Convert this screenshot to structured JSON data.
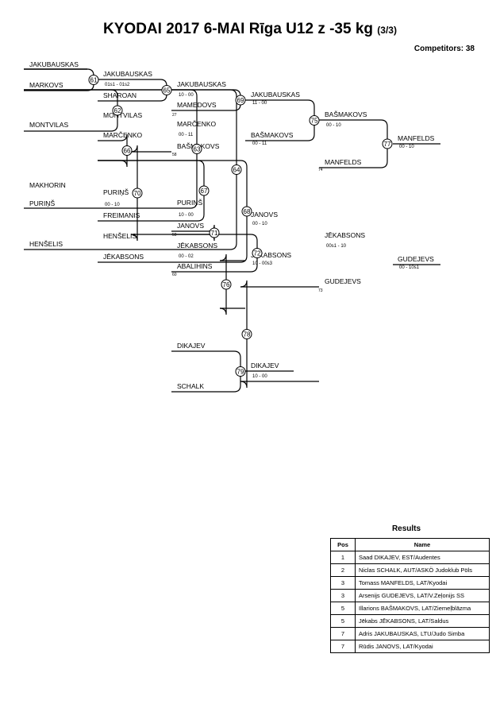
{
  "header": {
    "title": "KYODAI 2017  6-MAI  Rīga    U12 z -35 kg",
    "title_suffix": "(3/3)",
    "competitors": "Competitors: 38"
  },
  "bracket": {
    "names": [
      "JAKUBAUSKAS",
      "MARKOVS",
      "MONTVILAS",
      "MAKHORIN",
      "PURIŅŠ",
      "HENŠELIS",
      "JAKUBAUSKAS",
      "SHAROAN",
      "MONTVILAS",
      "MARČENKO",
      "PURIŅŠ",
      "FREIMANIS",
      "HENŠELIS",
      "JĒKABSONS",
      "JAKUBAUSKAS",
      "MAMEDOVS",
      "MARČENKO",
      "BAŠMAKOVS",
      "PURIŅŠ",
      "JANOVS",
      "JĒKABSONS",
      "ABALIHINS",
      "JAKUBAUSKAS",
      "BAŠMAKOVS",
      "JANOVS",
      "JĒKABSONS",
      "BAŠMAKOVS",
      "MANFELDS",
      "JĒKABSONS",
      "GUDEJEVS",
      "MANFELDS",
      "GUDEJEVS",
      "DIKAJEV",
      "SCHALK",
      "DIKAJEV"
    ],
    "scores": [
      "01s1 - 01s2",
      "10 - 00",
      "00 - 11",
      "00 - 10",
      "10 - 00",
      "00 - 02",
      "11 - 00",
      "00 - 11",
      "00 - 10",
      "10 - 00s3",
      "00 - 10",
      "00s1 - 10",
      "00 - 10",
      "00 - 10s1",
      "10 - 00"
    ],
    "match_numbers": [
      "61",
      "62",
      "63",
      "64",
      "65",
      "66",
      "67",
      "68",
      "69",
      "70",
      "71",
      "72",
      "75",
      "76",
      "77",
      "78",
      "79"
    ],
    "small_refs": [
      "27",
      "58",
      "59",
      "60",
      "74",
      "73"
    ]
  },
  "results": {
    "title": "Results",
    "columns": [
      "Pos",
      "Name"
    ],
    "rows": [
      {
        "pos": "1",
        "name": "Saad DIKAJEV, EST/Audentes"
      },
      {
        "pos": "2",
        "name": "Niclas SCHALK, AUT/ASKÖ Judoklub Pöls"
      },
      {
        "pos": "3",
        "name": "Tomass MANFELDS, LAT/Kyodai"
      },
      {
        "pos": "3",
        "name": "Arsenijs GUDEJEVS, LAT/V.Zeļonijs SS"
      },
      {
        "pos": "5",
        "name": "Illarions BAŠMAKOVS, LAT/Ziemeļblāzma"
      },
      {
        "pos": "5",
        "name": "Jēkabs JĒKABSONS, LAT/Saldus"
      },
      {
        "pos": "7",
        "name": "Adris JAKUBAUSKAS, LTU/Judo Simba"
      },
      {
        "pos": "7",
        "name": "Rūdis JANOVS, LAT/Kyodai"
      }
    ]
  }
}
